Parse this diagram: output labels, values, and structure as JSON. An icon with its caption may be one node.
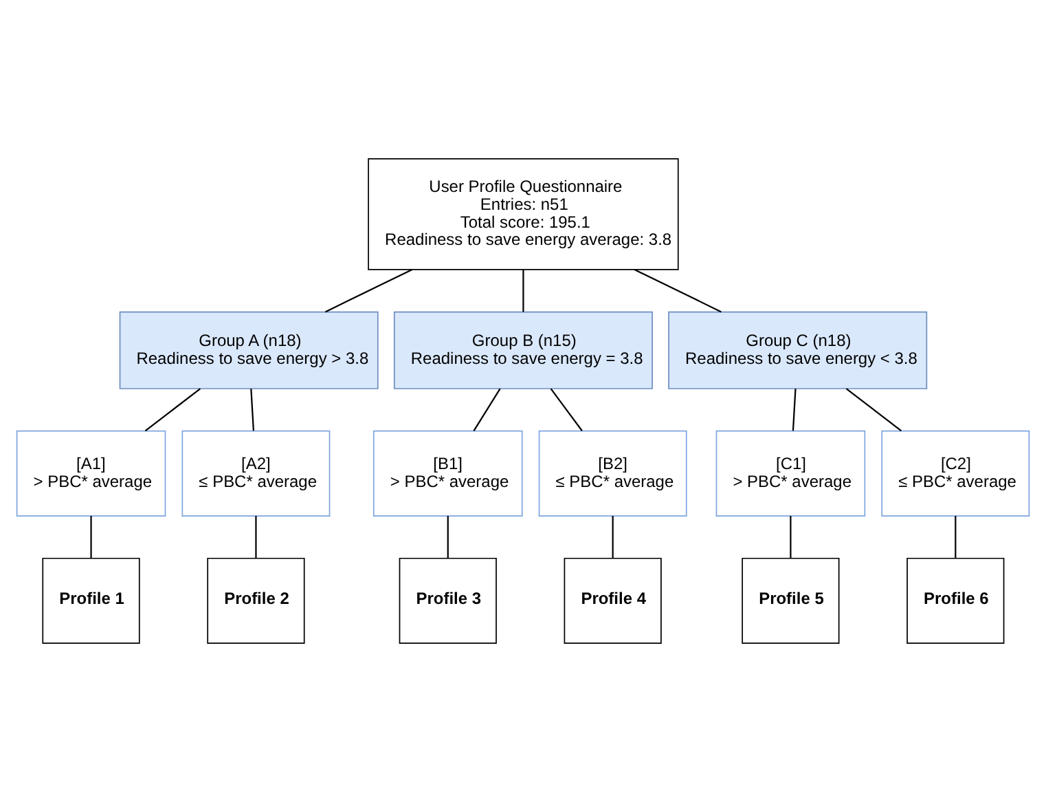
{
  "diagram": {
    "nodes": [
      {
        "text": [
          "User Profile Questionnaire",
          "Entries: n51",
          "Total score: 195.1",
          "Readiness to save energy average: 3.8"
        ]
      },
      {
        "text": [
          "Group A (n18)",
          "Readiness to save energy > 3.8"
        ]
      },
      {
        "text": [
          "Group B (n15)",
          "Readiness to save energy = 3.8"
        ]
      },
      {
        "text": [
          "Group C (n18)",
          "Readiness to save energy < 3.8"
        ]
      },
      {
        "text": [
          "[A1]",
          "> PBC* average"
        ]
      },
      {
        "text": [
          "[A2]",
          "≤ PBC* average"
        ]
      },
      {
        "text": [
          "[B1]",
          "> PBC* average"
        ]
      },
      {
        "text": [
          "[B2]",
          "≤ PBC* average"
        ]
      },
      {
        "text": [
          "[C1]",
          "> PBC* average"
        ]
      },
      {
        "text": [
          "[C2]",
          "≤ PBC* average"
        ]
      },
      {
        "text": [
          "Profile 1"
        ]
      },
      {
        "text": [
          "Profile 2"
        ]
      },
      {
        "text": [
          "Profile 3"
        ]
      },
      {
        "text": [
          "Profile 4"
        ]
      },
      {
        "text": [
          "Profile 5"
        ]
      },
      {
        "text": [
          "Profile 6"
        ]
      }
    ],
    "edges": [
      {
        "from": 0,
        "to": 1,
        "arrow": "none"
      },
      {
        "from": 0,
        "to": 2,
        "arrow": "none"
      },
      {
        "from": 0,
        "to": 3,
        "arrow": "none"
      },
      {
        "from": 1,
        "to": 4,
        "arrow": "none"
      },
      {
        "from": 1,
        "to": 5,
        "arrow": "none"
      },
      {
        "from": 2,
        "to": 6,
        "arrow": "none"
      },
      {
        "from": 2,
        "to": 7,
        "arrow": "none"
      },
      {
        "from": 3,
        "to": 8,
        "arrow": "none"
      },
      {
        "from": 3,
        "to": 9,
        "arrow": "none"
      },
      {
        "from": 4,
        "to": 10,
        "arrow": "none"
      },
      {
        "from": 5,
        "to": 11,
        "arrow": "none"
      },
      {
        "from": 6,
        "to": 12,
        "arrow": "none"
      },
      {
        "from": 7,
        "to": 13,
        "arrow": "none"
      },
      {
        "from": 8,
        "to": 14,
        "arrow": "none"
      },
      {
        "from": 9,
        "to": 15,
        "arrow": "none"
      }
    ]
  }
}
